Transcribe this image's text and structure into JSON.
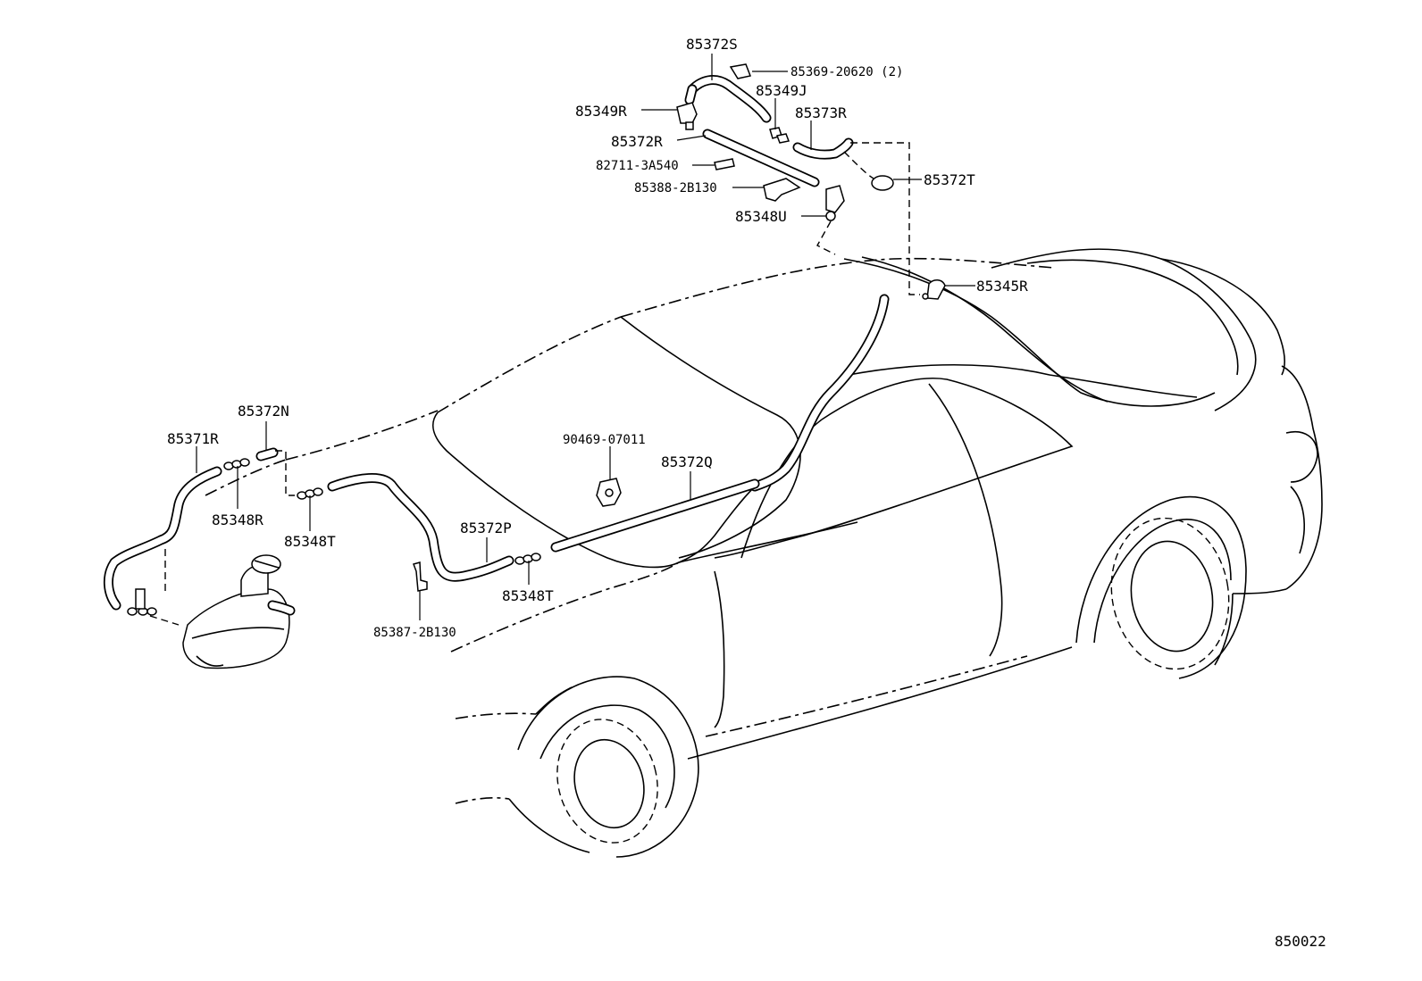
{
  "diagram": {
    "figure_number": "850022",
    "labels": {
      "p85372S": "85372S",
      "p85369": "85369-20620 (2)",
      "p85349J": "85349J",
      "p85349R": "85349R",
      "p85373R": "85373R",
      "p85372R": "85372R",
      "p82711": "82711-3A540",
      "p85388": "85388-2B130",
      "p85372T": "85372T",
      "p85348U": "85348U",
      "p85345R": "85345R",
      "p85372N": "85372N",
      "p85371R": "85371R",
      "p85348R": "85348R",
      "p85348T_a": "85348T",
      "p90469": "90469-07011",
      "p85372Q": "85372Q",
      "p85372P": "85372P",
      "p85348T_b": "85348T",
      "p85387": "85387-2B130"
    }
  }
}
